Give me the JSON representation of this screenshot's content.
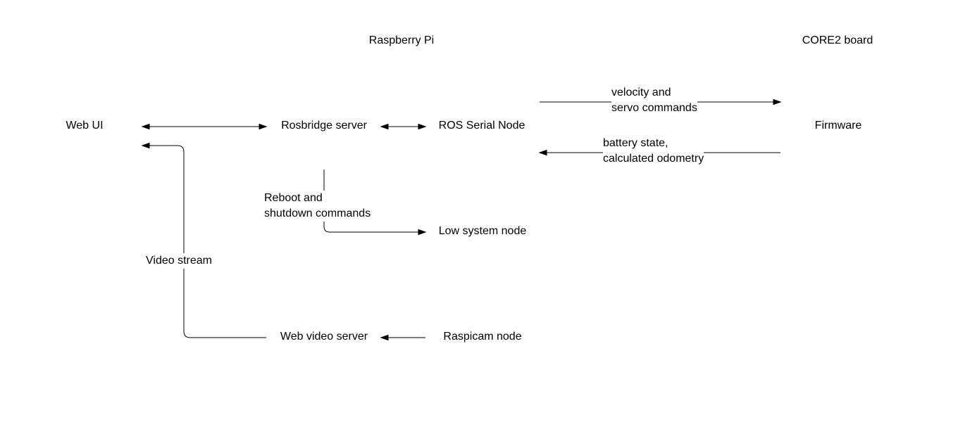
{
  "groups": {
    "raspberry_pi": "Raspberry Pi",
    "core2_board": "CORE2 board"
  },
  "nodes": {
    "web_ui": "Web UI",
    "rosbridge_server": "Rosbridge server",
    "ros_serial_node": "ROS Serial Node",
    "firmware": "Firmware",
    "low_system_node": "Low system node",
    "web_video_server": "Web video server",
    "raspicam_node": "Raspicam node"
  },
  "edges": {
    "velocity_cmd": [
      "velocity and",
      "servo commands"
    ],
    "battery_odometry": [
      "battery state,",
      "calculated odometry"
    ],
    "reboot_shutdown": [
      "Reboot and",
      "shutdown commands"
    ],
    "video_stream": "Video stream"
  },
  "colors": {
    "line": "#000000",
    "text": "#000000",
    "background": "#ffffff"
  }
}
